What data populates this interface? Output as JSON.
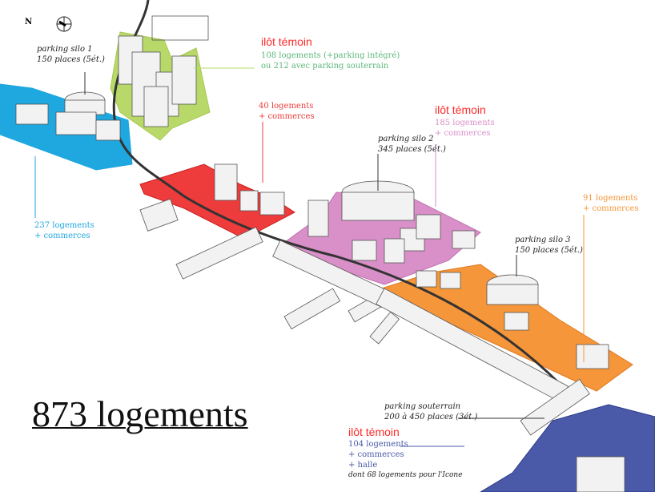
{
  "compass": {
    "label": "N"
  },
  "colors": {
    "blue": "#1fa7e0",
    "green": "#b8d96a",
    "red": "#ee3b3b",
    "pink": "#d98fc8",
    "orange": "#f5963a",
    "navy": "#4a5aa8"
  },
  "labels": {
    "silo1": [
      "parking silo 1",
      "150 places (5ét.)"
    ],
    "temoin_north": {
      "title": "ilôt témoin",
      "lines": [
        "108 logements (+parking intégré)",
        "ou 212 avec  parking souterrain"
      ]
    },
    "red_zone": [
      "40 logements",
      "+ commerces"
    ],
    "temoin_center": {
      "title": "ilôt témoin",
      "lines": [
        "185 logements",
        "+ commerces"
      ]
    },
    "silo2": [
      "parking silo 2",
      "345 places (5ét.)"
    ],
    "orange_zone": [
      "91 logements",
      "+ commerces"
    ],
    "silo3": [
      "parking silo 3",
      "150 places (5ét.)"
    ],
    "blue_zone": [
      "237 logements",
      "+ commerces"
    ],
    "underground": [
      "parking souterrain",
      "200 à 450 places (3ét.)"
    ],
    "temoin_south": {
      "title": "ilôt témoin",
      "lines": [
        "104 logements",
        "+ commerces",
        "+ halle"
      ],
      "note": "dont 68 logements pour l'Icone"
    }
  },
  "total": "873 logements"
}
